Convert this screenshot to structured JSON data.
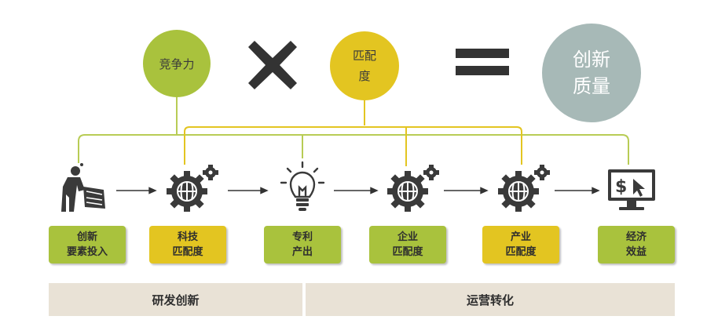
{
  "formula": {
    "competitiveness": "竞争力",
    "matching_line1": "匹配",
    "matching_line2": "度",
    "quality_line1": "创新",
    "quality_line2": "质量"
  },
  "stages": [
    {
      "label": "创新\n要素投入",
      "color": "#a9c23d",
      "icon": "worker-with-gear-icon"
    },
    {
      "label": "科技\n匹配度",
      "color": "#e3c521",
      "icon": "gears-icon"
    },
    {
      "label": "专利\n产出",
      "color": "#a9c23d",
      "icon": "lightbulb-icon"
    },
    {
      "label": "企业\n匹配度",
      "color": "#a9c23d",
      "icon": "gears-icon"
    },
    {
      "label": "产业\n匹配度",
      "color": "#e3c521",
      "icon": "gears-icon"
    },
    {
      "label": "经济\n效益",
      "color": "#a9c23d",
      "icon": "monitor-dollar-icon"
    }
  ],
  "phases": [
    {
      "label": "研发创新"
    },
    {
      "label": "运营转化"
    }
  ],
  "colors": {
    "green": "#a9c23d",
    "yellow": "#e3c521",
    "gray": "#a7b9b7",
    "dark": "#3a3a3a"
  }
}
